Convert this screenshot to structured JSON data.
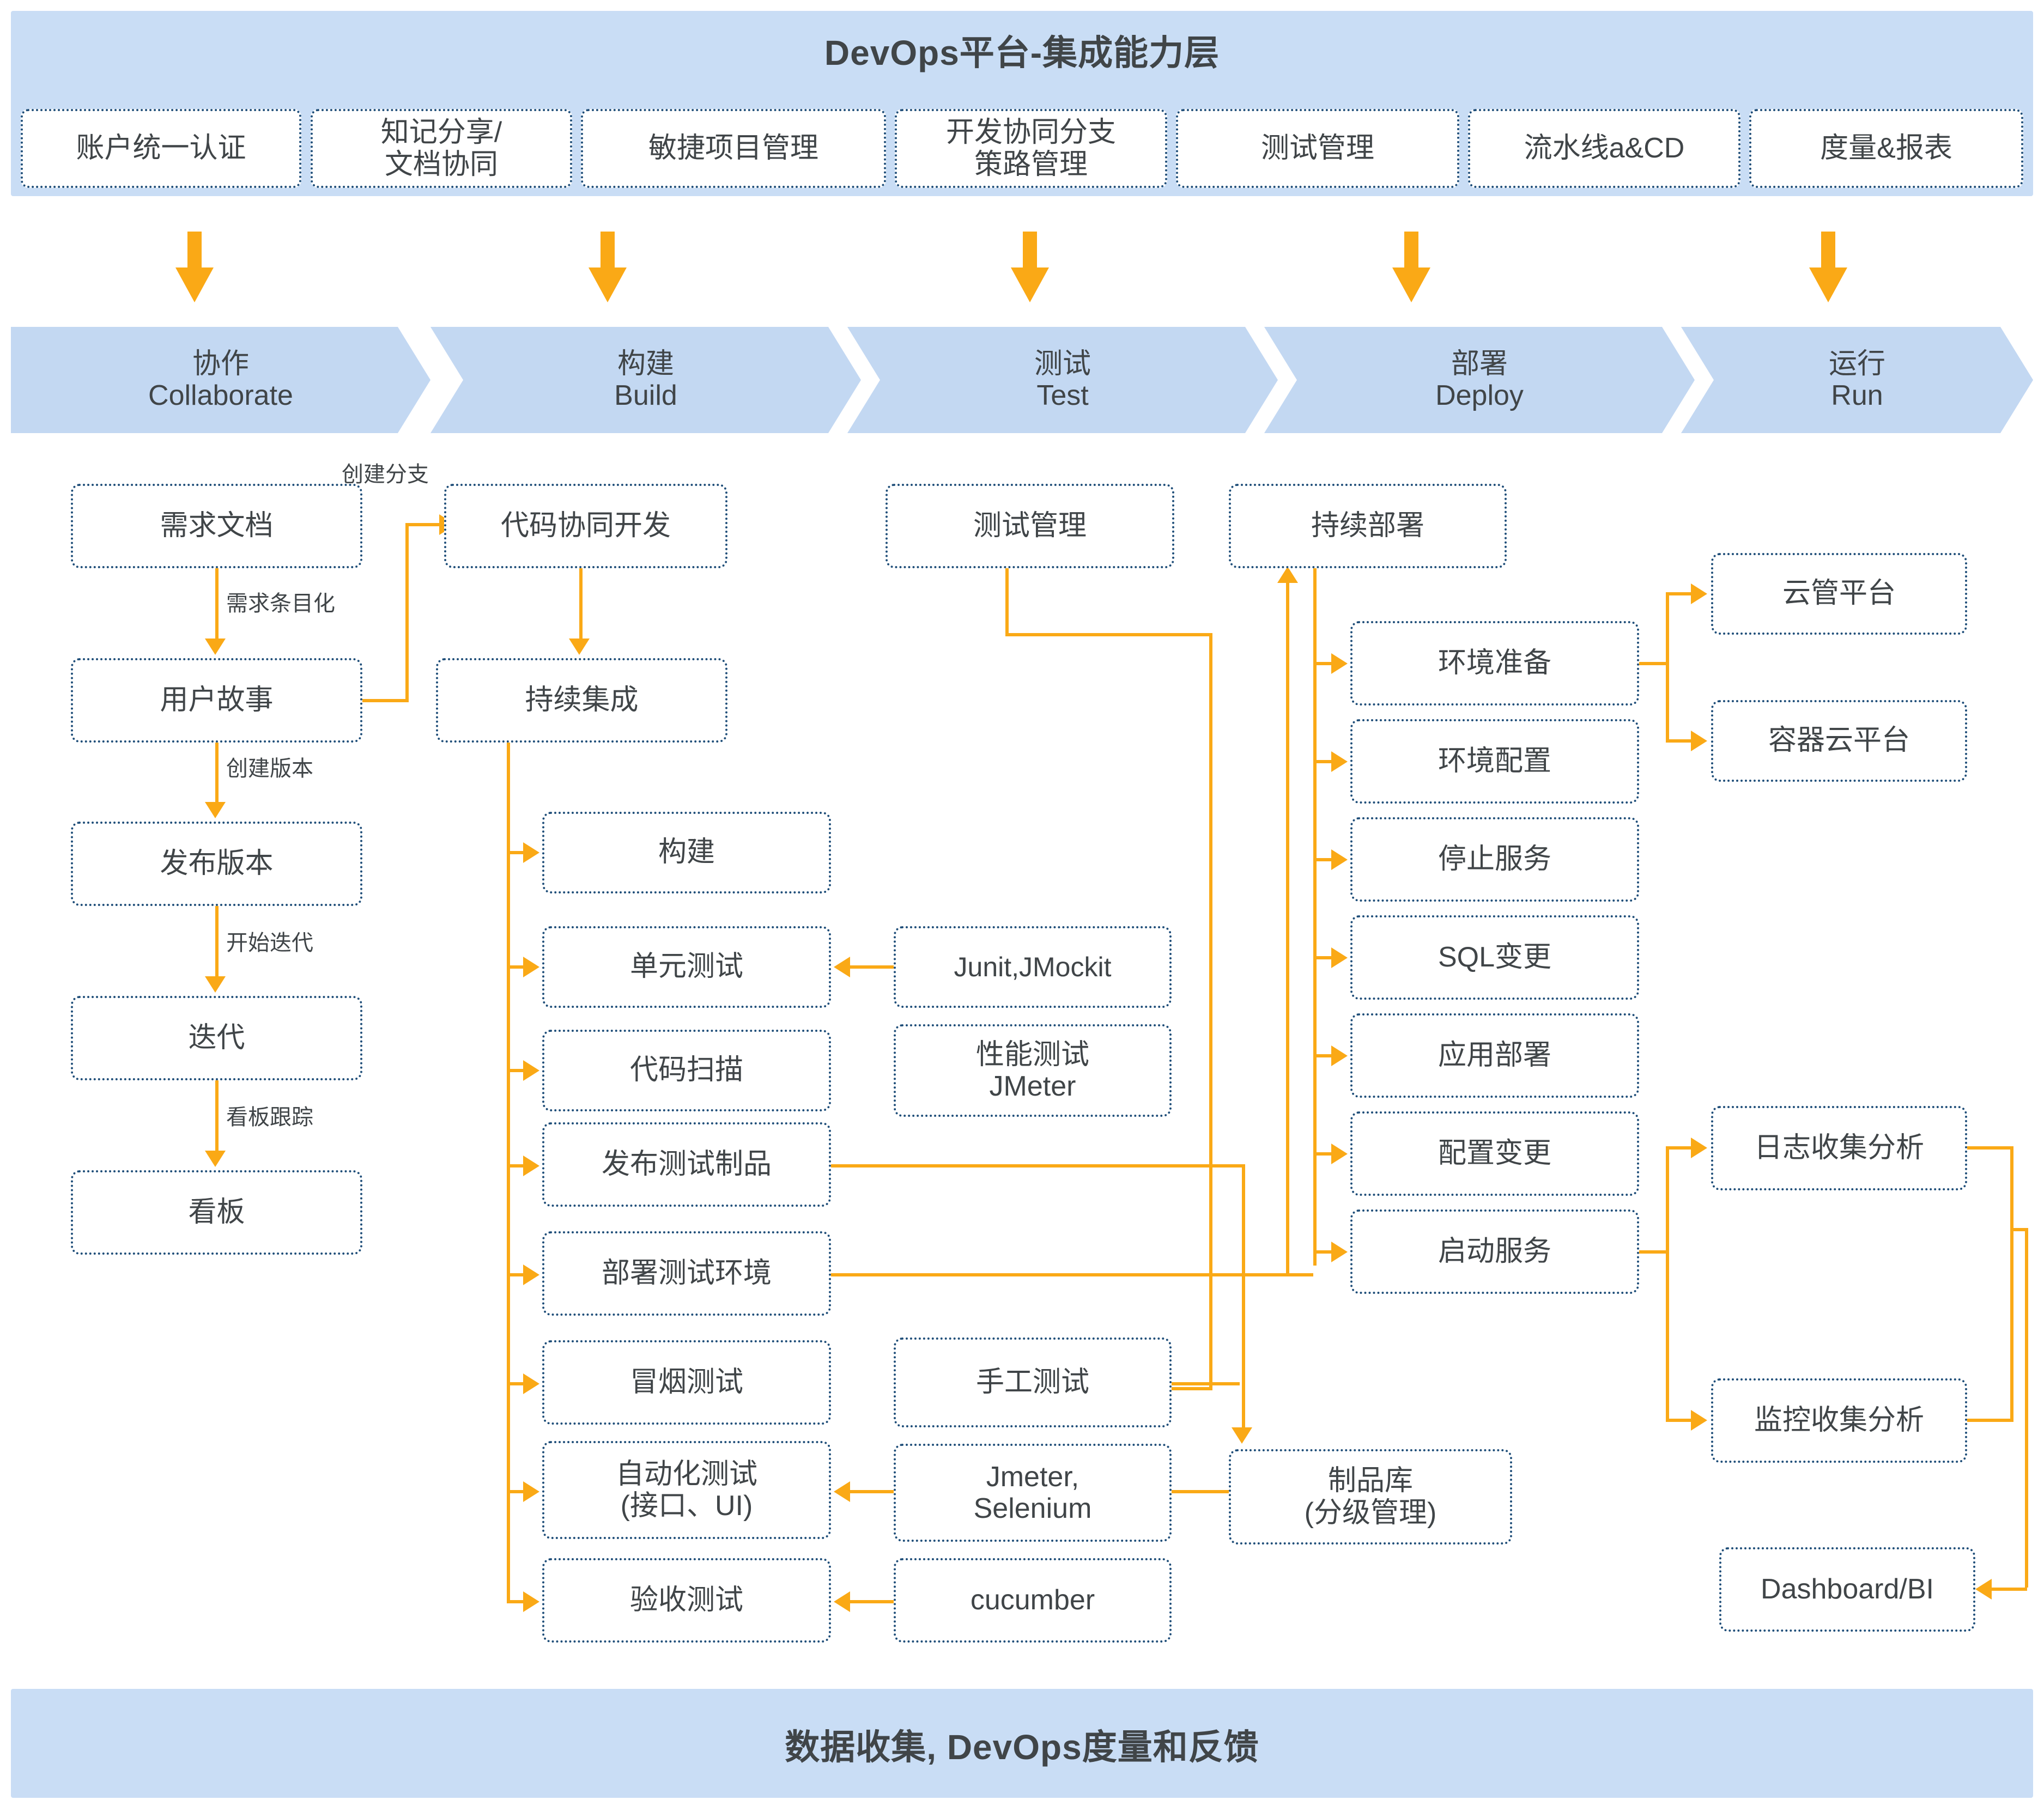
{
  "integration_layer": {
    "title": "DevOps平台-集成能力层",
    "capabilities": [
      {
        "label": "账户统一认证"
      },
      {
        "label": "知记分享/\n文档协同"
      },
      {
        "label": "敏捷项目管理"
      },
      {
        "label": "开发协同分支\n策路管理"
      },
      {
        "label": "测试管理"
      },
      {
        "label": "流水线a&CD"
      },
      {
        "label": "度量&报表"
      }
    ]
  },
  "stages": [
    {
      "cn": "协作",
      "en": "Collaborate"
    },
    {
      "cn": "构建",
      "en": "Build"
    },
    {
      "cn": "测试",
      "en": "Test"
    },
    {
      "cn": "部署",
      "en": "Deploy"
    },
    {
      "cn": "运行",
      "en": "Run"
    }
  ],
  "collaborate": {
    "nodes": [
      {
        "label": "需求文档"
      },
      {
        "label": "用户故事"
      },
      {
        "label": "发布版本"
      },
      {
        "label": "迭代"
      },
      {
        "label": "看板"
      }
    ],
    "edge_labels": [
      {
        "label": "需求条目化"
      },
      {
        "label": "创建版本"
      },
      {
        "label": "开始迭代"
      },
      {
        "label": "看板跟踪"
      },
      {
        "label": "创建分支"
      }
    ]
  },
  "build": {
    "nodes": [
      {
        "label": "代码协同开发"
      },
      {
        "label": "持续集成"
      }
    ],
    "ci_steps": [
      {
        "label": "构建"
      },
      {
        "label": "单元测试"
      },
      {
        "label": "代码扫描"
      },
      {
        "label": "发布测试制品"
      },
      {
        "label": "部署测试环境"
      },
      {
        "label": "冒烟测试"
      },
      {
        "label": "自动化测试\n(接口、UI)"
      },
      {
        "label": "验收测试"
      }
    ]
  },
  "test": {
    "nodes": [
      {
        "label": "测试管理"
      },
      {
        "label": "Junit,JMockit"
      },
      {
        "label": "性能测试\nJMeter"
      },
      {
        "label": "手工测试"
      },
      {
        "label": "Jmeter,\nSelenium"
      },
      {
        "label": "cucumber"
      }
    ],
    "artifact_repo": {
      "label": "制品库\n(分级管理)"
    }
  },
  "deploy": {
    "nodes": [
      {
        "label": "持续部署"
      }
    ],
    "cd_steps": [
      {
        "label": "环境准备"
      },
      {
        "label": "环境配置"
      },
      {
        "label": "停止服务"
      },
      {
        "label": "SQL变更"
      },
      {
        "label": "应用部署"
      },
      {
        "label": "配置变更"
      },
      {
        "label": "启动服务"
      }
    ]
  },
  "run": {
    "nodes": [
      {
        "label": "云管平台"
      },
      {
        "label": "容器云平台"
      },
      {
        "label": "日志收集分析"
      },
      {
        "label": "监控收集分析"
      },
      {
        "label": "Dashboard/BI"
      }
    ]
  },
  "feedback_layer": {
    "title": "数据收集, DevOps度量和反馈"
  },
  "colors": {
    "band_blue": "#c9ddf5",
    "chevron_blue": "#c3d8f2",
    "connector_orange": "#FAA916",
    "box_border": "#1f4e79",
    "text": "#404548"
  }
}
